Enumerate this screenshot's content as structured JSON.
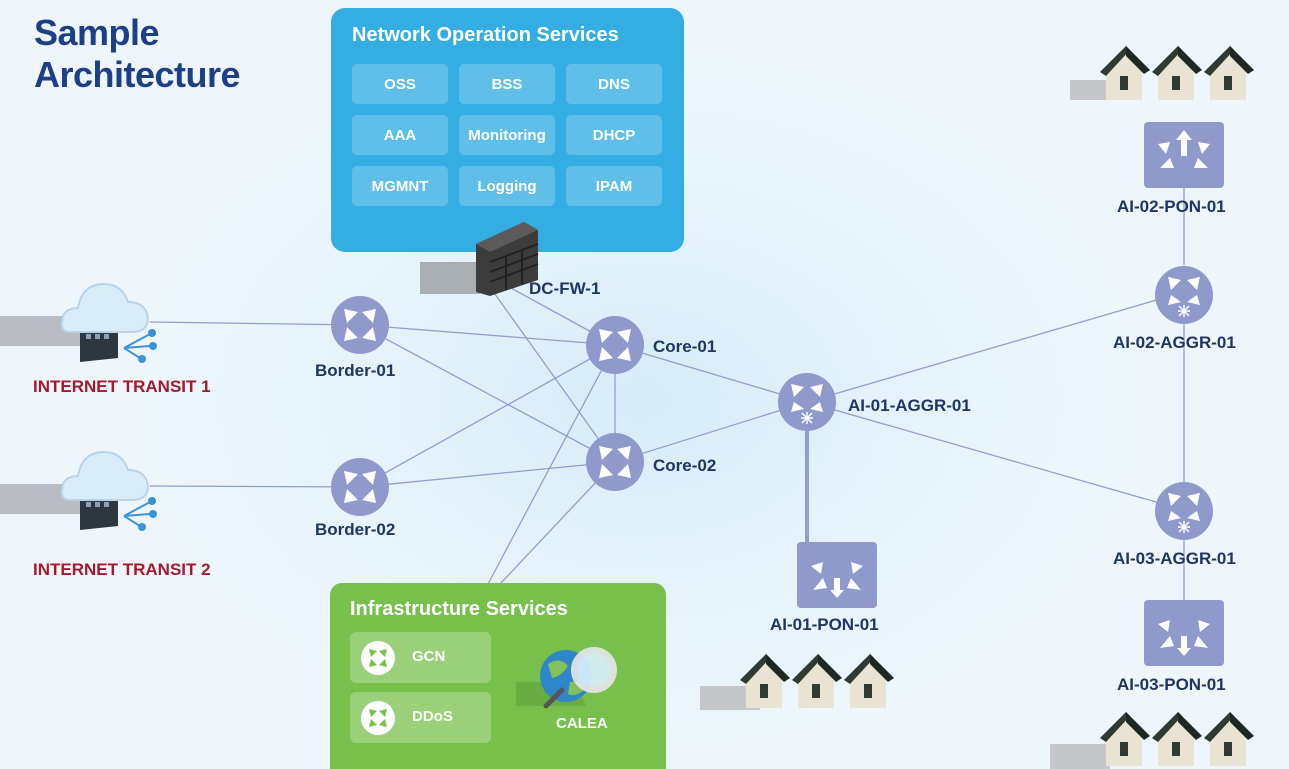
{
  "title": {
    "line1": "Sample",
    "line2": "Architecture"
  },
  "nos": {
    "title": "Network Operation Services",
    "services": [
      "OSS",
      "BSS",
      "DNS",
      "AAA",
      "Monitoring",
      "DHCP",
      "MGMNT",
      "Logging",
      "IPAM"
    ]
  },
  "infra": {
    "title": "Infrastructure Services",
    "services": [
      "GCN",
      "DDoS"
    ],
    "calea": "CALEA"
  },
  "nodes": {
    "transit1": "INTERNET TRANSIT 1",
    "transit2": "INTERNET TRANSIT 2",
    "border1": "Border-01",
    "border2": "Border-02",
    "firewall": "DC-FW-1",
    "core1": "Core-01",
    "core2": "Core-02",
    "ai01aggr": "AI-01-AGGR-01",
    "ai01pon": "AI-01-PON-01",
    "ai02pon": "AI-02-PON-01",
    "ai02aggr": "AI-02-AGGR-01",
    "ai03aggr": "AI-03-AGGR-01",
    "ai03pon": "AI-03-PON-01"
  },
  "colors": {
    "nos_panel": "#33ade2",
    "infra_panel": "#78c04c",
    "router": "#9099cc",
    "link": "#8f9fce",
    "title": "#1d3f86",
    "transit_label": "#a3192d",
    "node_label": "#1e3663"
  }
}
